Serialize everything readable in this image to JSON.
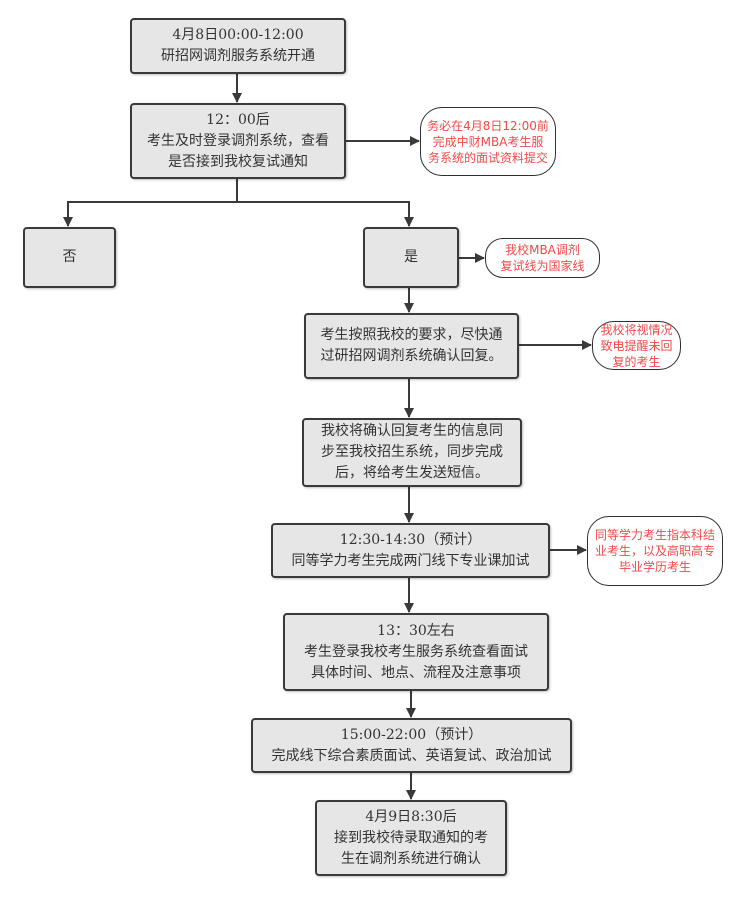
{
  "flow": {
    "step1": {
      "lines": [
        "4月8日00:00-12:00",
        "研招网调剂服务系统开通"
      ]
    },
    "step2": {
      "lines": [
        "12：00后",
        "考生及时登录调剂系统，查看",
        "是否接到我校复试通知"
      ]
    },
    "branch_no": {
      "label": "否"
    },
    "branch_yes": {
      "label": "是"
    },
    "step3": {
      "lines": [
        "考生按照我校的要求，尽快通",
        "过研招网调剂系统确认回复。"
      ]
    },
    "step4": {
      "lines": [
        "我校将确认回复考生的信息同",
        "步至我校招生系统，同步完成",
        "后，将给考生发送短信。"
      ]
    },
    "step5": {
      "lines": [
        "12:30-14:30（预计）",
        "同等学力考生完成两门线下专业课加试"
      ]
    },
    "step6": {
      "lines": [
        "13：30左右",
        "考生登录我校考生服务系统查看面试",
        "具体时间、地点、流程及注意事项"
      ]
    },
    "step7": {
      "lines": [
        "15:00-22:00（预计）",
        "完成线下综合素质面试、英语复试、政治加试"
      ]
    },
    "step8": {
      "lines": [
        "4月9日8:30后",
        "接到我校待录取通知的考",
        "生在调剂系统进行确认"
      ]
    }
  },
  "notes": {
    "deadline": {
      "lines": [
        "务必在4月8日12:00前",
        "完成中财MBA考生服",
        "务系统的面试资料提交"
      ]
    },
    "score_line": {
      "lines": [
        "我校MBA调剂",
        "复试线为国家线"
      ]
    },
    "reminder": {
      "lines": [
        "我校将视情况",
        "致电提醒未回",
        "复的考生"
      ]
    },
    "equivalent": {
      "lines": [
        "同等学力考生指本科结",
        "业考生，以及高职高专",
        "毕业学历考生"
      ]
    }
  },
  "colors": {
    "box_fill": "#e6e6e6",
    "box_border": "#3a3a3a",
    "note_text": "#f24949",
    "connector": "#3a3a3a"
  }
}
